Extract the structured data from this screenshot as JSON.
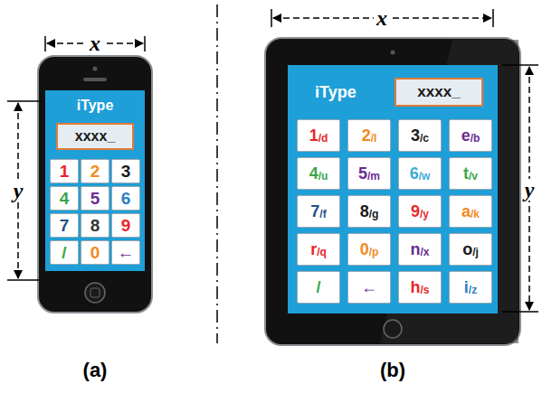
{
  "diagram": {
    "nodes": [
      {
        "text": [
          "iType"
        ]
      },
      {
        "text": [
          "xxxx_"
        ],
        "in": 0
      },
      {
        "text": [
          "1"
        ],
        "in": 0
      },
      {
        "text": [
          "2"
        ],
        "in": 0
      },
      {
        "text": [
          "3"
        ],
        "in": 0
      },
      {
        "text": [
          "4"
        ],
        "in": 0
      },
      {
        "text": [
          "5"
        ],
        "in": 0
      },
      {
        "text": [
          "6"
        ],
        "in": 0
      },
      {
        "text": [
          "7"
        ],
        "in": 0
      },
      {
        "text": [
          "8"
        ],
        "in": 0
      },
      {
        "text": [
          "9"
        ],
        "in": 0
      },
      {
        "text": [
          "/"
        ],
        "in": 0
      },
      {
        "text": [
          "0"
        ],
        "in": 0
      },
      {
        "text": [
          "←"
        ],
        "in": 0
      },
      {
        "text": [
          "iType"
        ]
      },
      {
        "text": [
          "xxxx_"
        ],
        "in": 14
      },
      {
        "text": [
          "1",
          "/d"
        ],
        "in": 14
      },
      {
        "text": [
          "2",
          "/l"
        ],
        "in": 14
      },
      {
        "text": [
          "3",
          "/c"
        ],
        "in": 14
      },
      {
        "text": [
          "e",
          "/b"
        ],
        "in": 14
      },
      {
        "text": [
          "4",
          "/u"
        ],
        "in": 14
      },
      {
        "text": [
          "5",
          "/m"
        ],
        "in": 14
      },
      {
        "text": [
          "6",
          "/w"
        ],
        "in": 14
      },
      {
        "text": [
          "t",
          "/v"
        ],
        "in": 14
      },
      {
        "text": [
          "7",
          "/f"
        ],
        "in": 14
      },
      {
        "text": [
          "8",
          "/g"
        ],
        "in": 14
      },
      {
        "text": [
          "9",
          "/y"
        ],
        "in": 14
      },
      {
        "text": [
          "a",
          "/k"
        ],
        "in": 14
      },
      {
        "text": [
          "r",
          "/q"
        ],
        "in": 14
      },
      {
        "text": [
          "0",
          "/p"
        ],
        "in": 14
      },
      {
        "text": [
          "n",
          "/x"
        ],
        "in": 14
      },
      {
        "text": [
          "o",
          "/j"
        ],
        "in": 14
      },
      {
        "text": [
          "/"
        ],
        "in": 14
      },
      {
        "text": [
          "←"
        ],
        "in": 14
      },
      {
        "text": [
          "h",
          "/s"
        ],
        "in": 14
      },
      {
        "text": [
          "i",
          "/z"
        ],
        "in": 14
      }
    ],
    "labels": [
      "x",
      "y",
      "x",
      "y",
      "(a)",
      "(b)"
    ]
  }
}
